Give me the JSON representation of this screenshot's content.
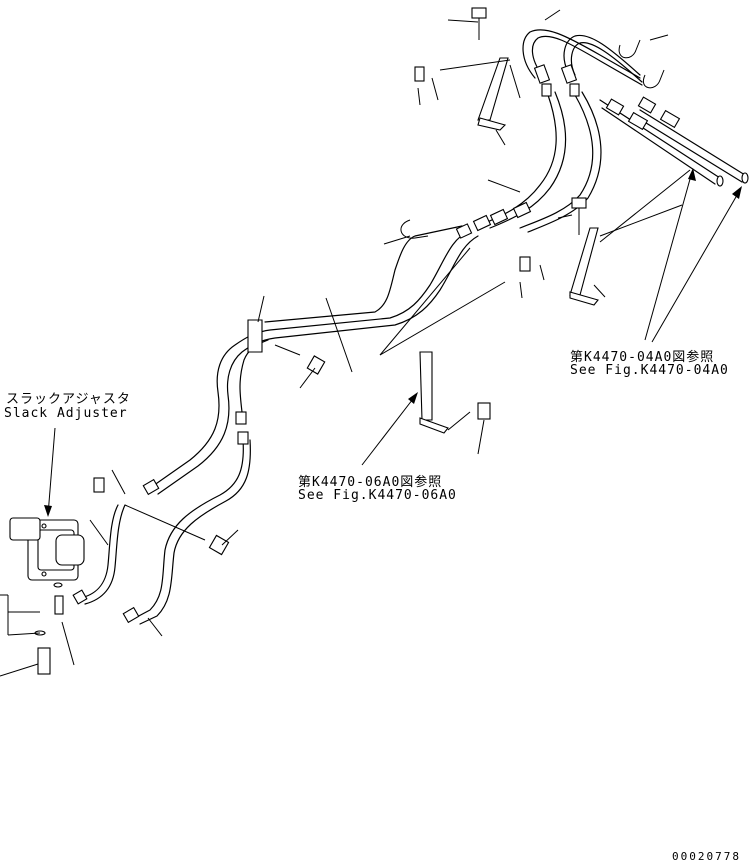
{
  "labels": {
    "slack_adjuster_jp": "スラックアジャスタ",
    "slack_adjuster_en": "Slack Adjuster",
    "ref_04a0_jp": "第K4470-04A0図参照",
    "ref_04a0_en": "See Fig.K4470-04A0",
    "ref_06a0_jp": "第K4470-06A0図参照",
    "ref_06a0_en": "See Fig.K4470-06A0",
    "part_number": "00020778"
  },
  "colors": {
    "line": "#000000",
    "background": "#ffffff"
  }
}
